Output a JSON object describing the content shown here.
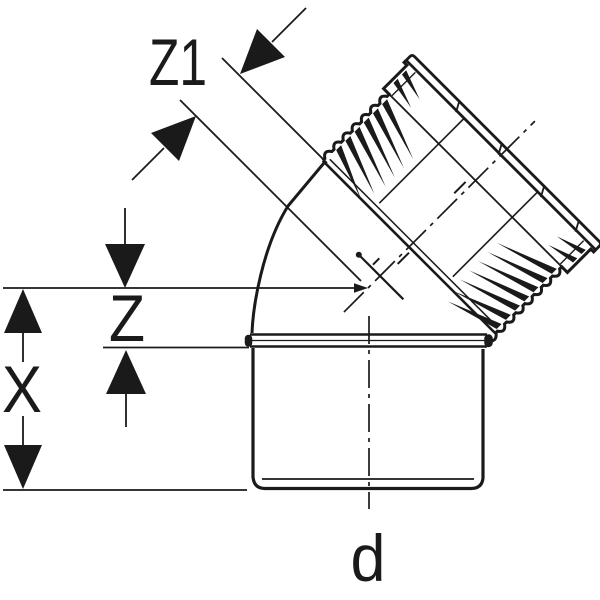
{
  "figure": {
    "dimension_labels": {
      "z1": "Z1",
      "z": "Z",
      "x": "X",
      "d": "d"
    },
    "colors": {
      "line": "#1a1a1a",
      "background": "#ffffff"
    }
  }
}
